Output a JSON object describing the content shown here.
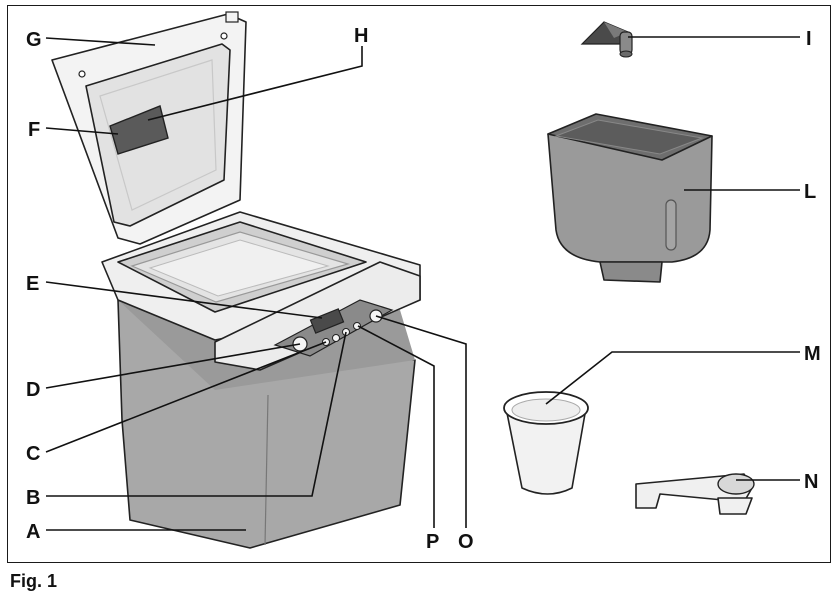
{
  "caption": "Fig. 1",
  "callouts": {
    "A": "A",
    "B": "B",
    "C": "C",
    "D": "D",
    "E": "E",
    "F": "F",
    "G": "G",
    "H": "H",
    "I": "I",
    "L": "L",
    "M": "M",
    "N": "N",
    "O": "O",
    "P": "P"
  },
  "colors": {
    "outline": "#222222",
    "body_dark": "#8f8f8f",
    "body_mid": "#a8a8a8",
    "panel_light": "#f2f2f2",
    "window_dark": "#5a5a5a",
    "pan_grey": "#9a9a9a",
    "pan_rim": "#6e6e6e"
  }
}
